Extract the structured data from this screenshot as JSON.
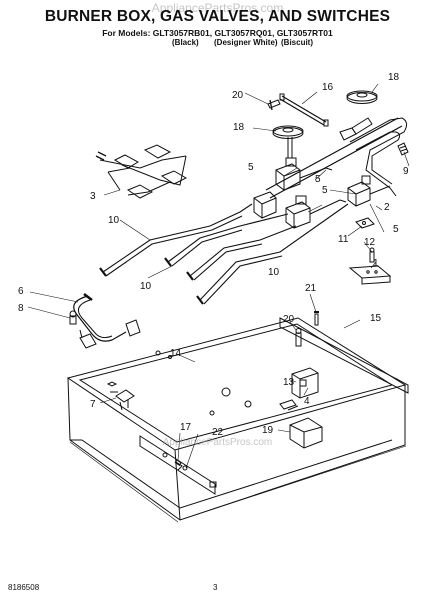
{
  "header": {
    "title": "BURNER BOX, GAS VALVES, AND SWITCHES",
    "models_line": "For Models: GLT3057RB01, GLT3057RQ01, GLT3057RT01",
    "colors": [
      "(Black)",
      "(Designer White)",
      "(Biscuit)"
    ]
  },
  "watermark": {
    "top": "AppliancePartsPros.com",
    "middle": "AppliancePartsPros.com"
  },
  "callouts": [
    "1",
    "2",
    "3",
    "4",
    "5",
    "5",
    "5",
    "5",
    "6",
    "7",
    "8",
    "9",
    "10",
    "10",
    "10",
    "11",
    "12",
    "13",
    "14",
    "15",
    "16",
    "17",
    "18",
    "18",
    "19",
    "20",
    "20",
    "21",
    "22"
  ],
  "footer": {
    "doc_number": "8186508",
    "page_number": "3"
  }
}
